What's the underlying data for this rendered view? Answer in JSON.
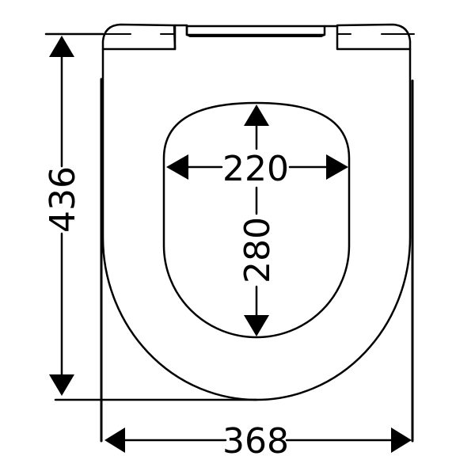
{
  "drawing": {
    "type": "technical-dimension-drawing",
    "subject": "toilet seat",
    "units": "mm",
    "line_color": "#000000",
    "background_color": "#ffffff",
    "dimensions": {
      "overall_length": {
        "label": "436",
        "orientation": "vertical"
      },
      "overall_width": {
        "label": "368",
        "orientation": "horizontal"
      },
      "opening_width": {
        "label": "220",
        "orientation": "horizontal"
      },
      "opening_length": {
        "label": "280",
        "orientation": "vertical"
      }
    }
  }
}
